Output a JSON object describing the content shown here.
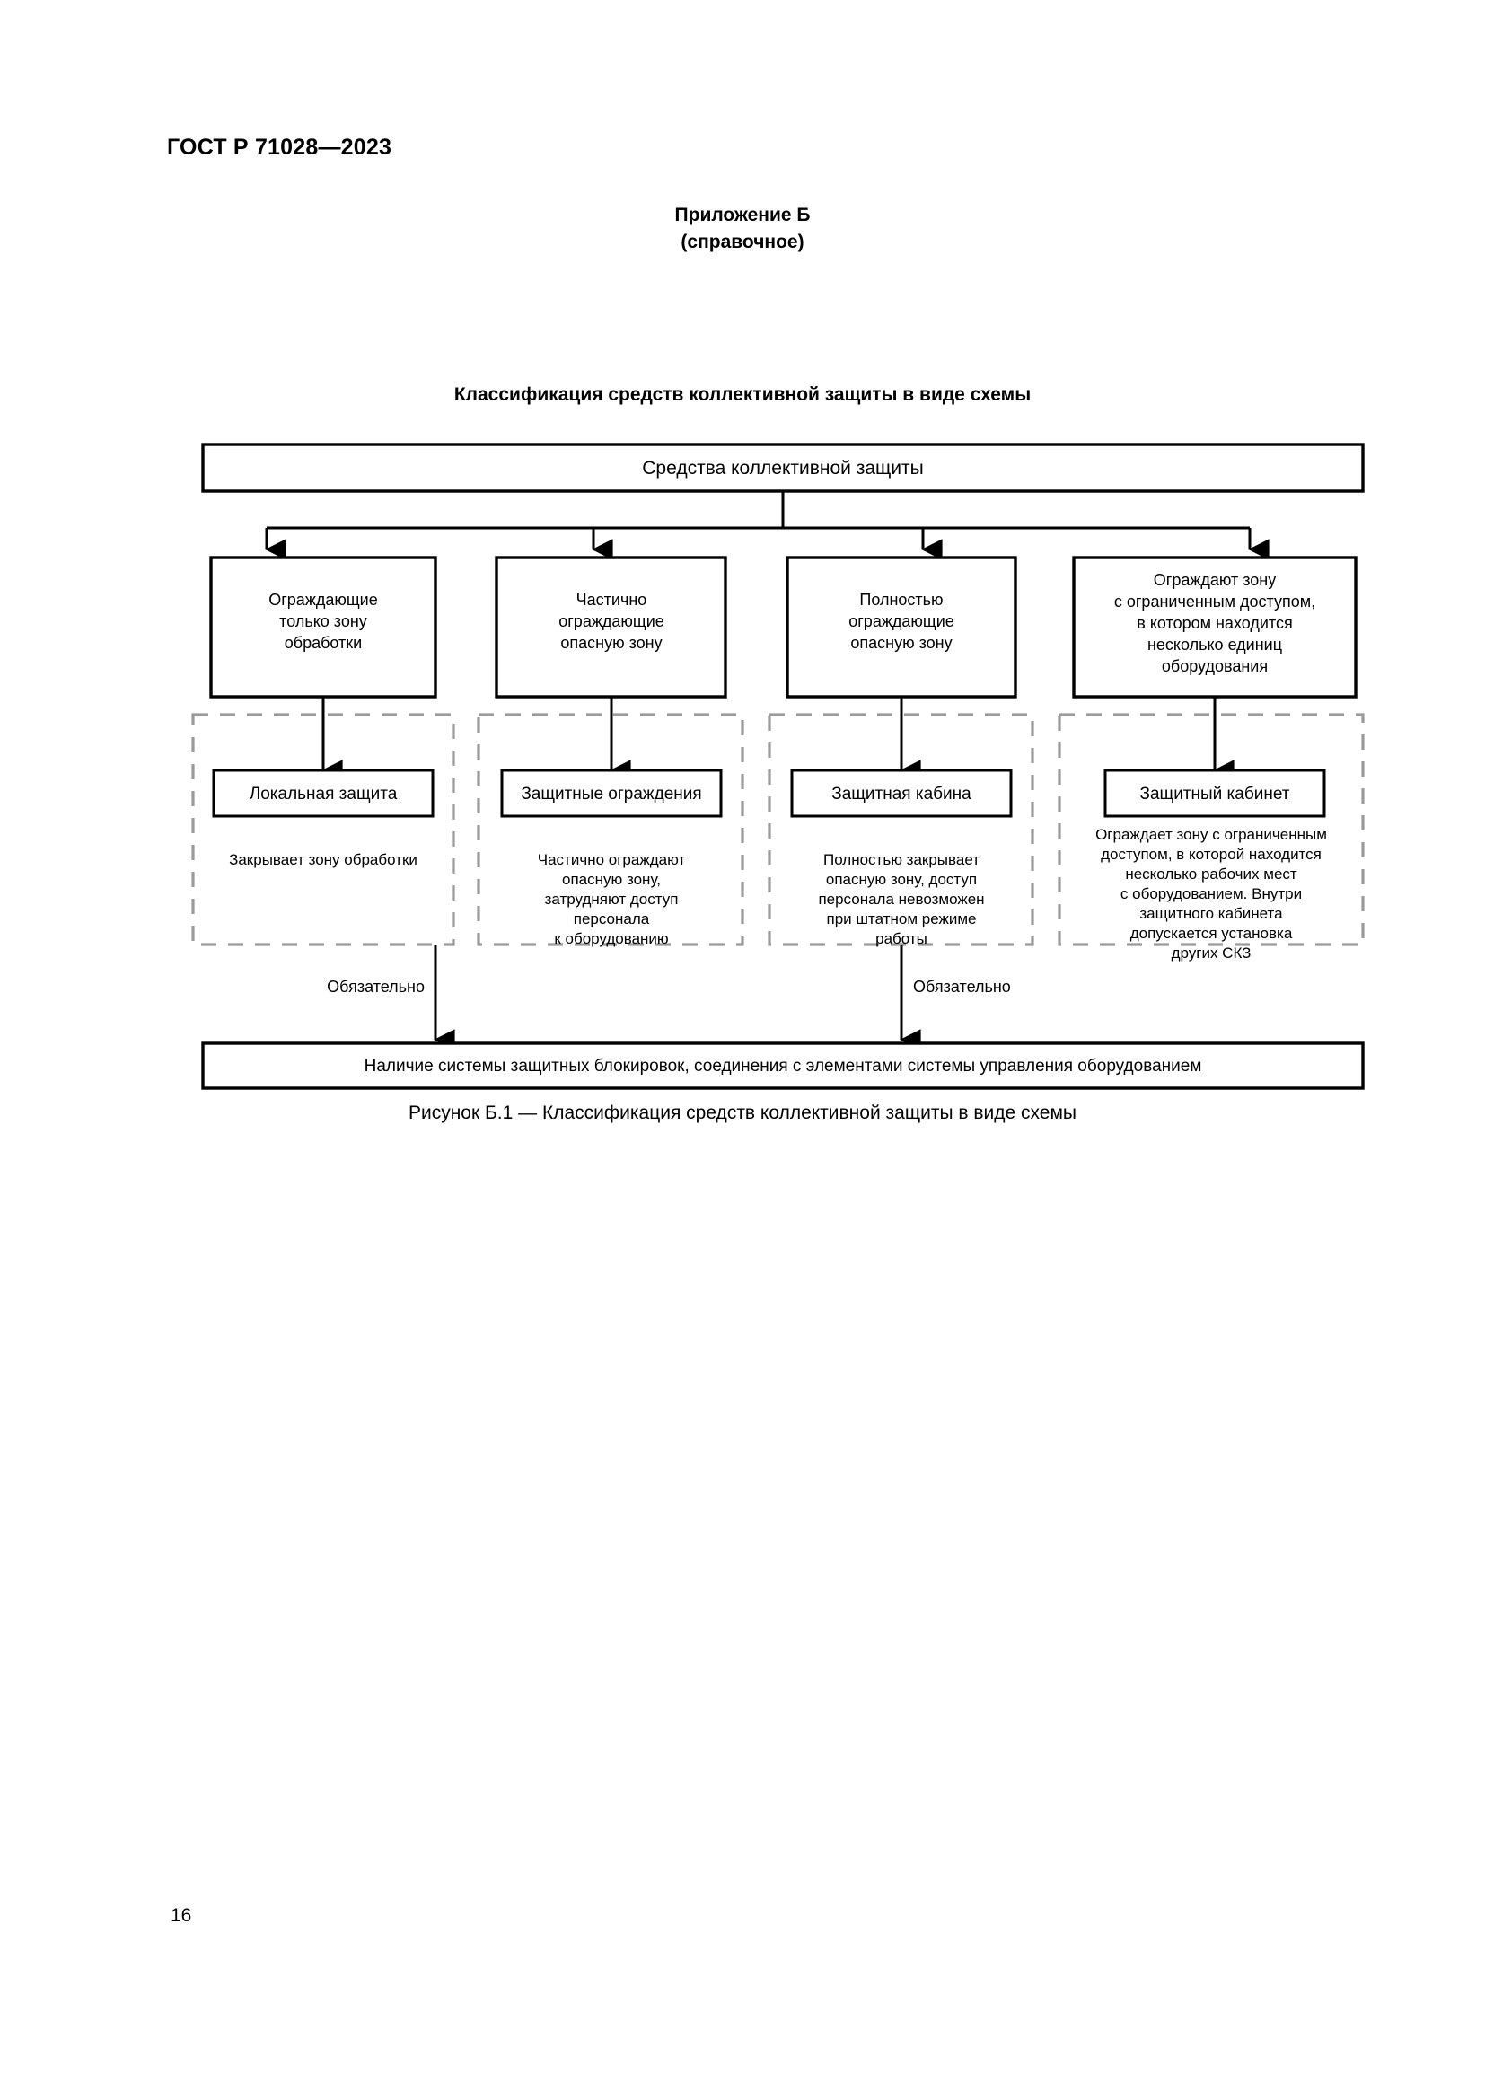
{
  "document": {
    "running_head": "ГОСТ Р 71028—2023",
    "page_number": "16"
  },
  "appendix": {
    "title": "Приложение Б",
    "subtitle": "(справочное)"
  },
  "figure": {
    "heading": "Классификация средств коллективной защиты в виде схемы",
    "caption": "Рисунок Б.1 — Классификация средств коллективной защиты в виде схемы"
  },
  "colors": {
    "stroke": "#000000",
    "dashed_stroke": "#9a9a9a",
    "description_text": "#808080",
    "background": "#ffffff"
  },
  "chart_data": {
    "type": "diagram",
    "title": "Классификация средств коллективной защиты в виде схемы",
    "root": {
      "label": "Средства коллективной защиты"
    },
    "columns": [
      {
        "category": [
          "Ограждающие",
          "только зону",
          "обработки"
        ],
        "device": "Локальная защита",
        "description": [
          "Закрывает зону обработки"
        ],
        "edge_label": "Обязательно",
        "edge_label_side": "left"
      },
      {
        "category": [
          "Частично",
          "ограждающие",
          "опасную зону"
        ],
        "device": "Защитные ограждения",
        "description": [
          "Частично ограждают",
          "опасную зону,",
          "затрудняют доступ",
          "персонала",
          "к оборудованию"
        ],
        "edge_label": "",
        "edge_label_side": ""
      },
      {
        "category": [
          "Полностью",
          "ограждающие",
          "опасную зону"
        ],
        "device": "Защитная кабина",
        "description": [
          "Полностью закрывает",
          "опасную зону, доступ",
          "персонала невозможен",
          "при штатном режиме",
          "работы"
        ],
        "edge_label": "Обязательно",
        "edge_label_side": "right"
      },
      {
        "category": [
          "Ограждают зону",
          "с ограниченным доступом,",
          "в котором находится",
          "несколько единиц",
          "оборудования"
        ],
        "device": "Защитный кабинет",
        "description": [
          "Ограждает зону с ограниченным",
          "доступом, в которой находится",
          "несколько рабочих мест",
          "с оборудованием. Внутри",
          "защитного кабинета",
          "допускается установка",
          "других СКЗ"
        ],
        "edge_label": "",
        "edge_label_side": ""
      }
    ],
    "footer": {
      "label": "Наличие системы защитных блокировок, соединения с элементами системы управления оборудованием"
    }
  }
}
